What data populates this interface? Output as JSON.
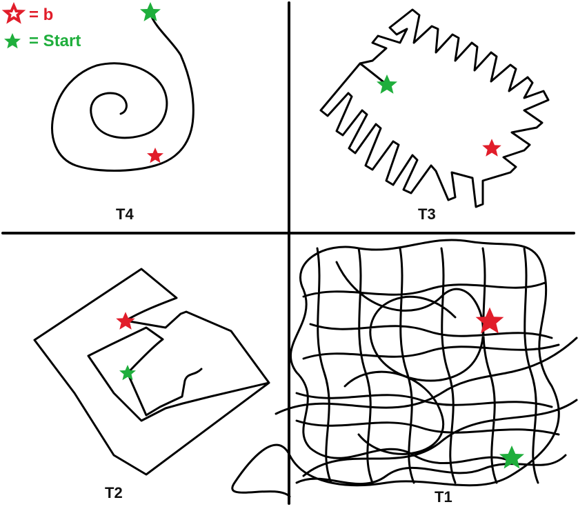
{
  "legend": {
    "b_label": "= b",
    "start_label": "= Start"
  },
  "panels": {
    "t4": {
      "label": "T4"
    },
    "t3": {
      "label": "T3"
    },
    "t2": {
      "label": "T2"
    },
    "t1": {
      "label": "T1"
    }
  },
  "colors": {
    "b_star": "#e11d2a",
    "start_star": "#1fae3c",
    "ink": "#000000",
    "background": "#ffffff"
  },
  "icons": {
    "b_marker": "red-star-icon",
    "start_marker": "green-star-icon"
  }
}
